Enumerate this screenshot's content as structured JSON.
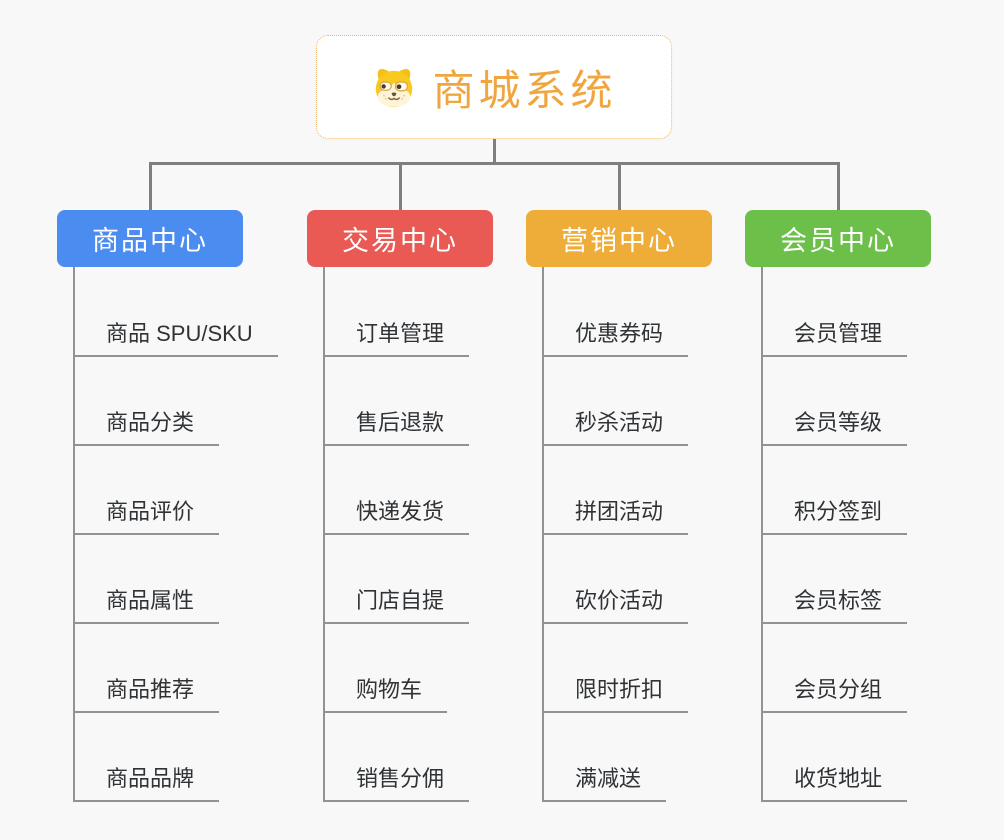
{
  "canvas": {
    "background": "#f8f8f8",
    "connector_color": "#7f7f7f",
    "subline_color": "#909396",
    "text_color": "#303336"
  },
  "root": {
    "title": "商城系统",
    "icon": "dog-face-icon",
    "text_color": "#f0a63e",
    "border_color": "#f2b766",
    "background": "#ffffff"
  },
  "branches": [
    {
      "label": "商品中心",
      "color": "#4a8cf0",
      "items": [
        "商品 SPU/SKU",
        "商品分类",
        "商品评价",
        "商品属性",
        "商品推荐",
        "商品品牌"
      ]
    },
    {
      "label": "交易中心",
      "color": "#e85a53",
      "items": [
        "订单管理",
        "售后退款",
        "快递发货",
        "门店自提",
        "购物车",
        "销售分佣"
      ]
    },
    {
      "label": "营销中心",
      "color": "#eeac38",
      "items": [
        "优惠券码",
        "秒杀活动",
        "拼团活动",
        "砍价活动",
        "限时折扣",
        "满减送"
      ]
    },
    {
      "label": "会员中心",
      "color": "#6cc04a",
      "items": [
        "会员管理",
        "会员等级",
        "积分签到",
        "会员标签",
        "会员分组",
        "收货地址"
      ]
    }
  ]
}
